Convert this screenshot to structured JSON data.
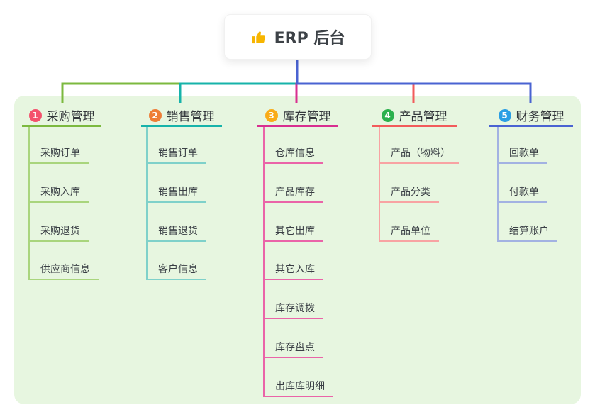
{
  "root": {
    "label": "ERP 后台",
    "icon": "thumbs-up-icon"
  },
  "branches": [
    {
      "num": "1",
      "label": "采购管理",
      "badge_color": "#f4516c",
      "line_color": "#7cb93f",
      "child_line_color": "#a9d57d",
      "children": [
        "采购订单",
        "采购入库",
        "采购退货",
        "供应商信息"
      ]
    },
    {
      "num": "2",
      "label": "销售管理",
      "badge_color": "#ee7d36",
      "line_color": "#17b3aa",
      "child_line_color": "#7fd1ca",
      "children": [
        "销售订单",
        "销售出库",
        "销售退货",
        "客户信息"
      ]
    },
    {
      "num": "3",
      "label": "库存管理",
      "badge_color": "#f9ab17",
      "line_color": "#d82f90",
      "child_line_color": "#ea64a8",
      "children": [
        "仓库信息",
        "产品库存",
        "其它出库",
        "其它入库",
        "库存调拨",
        "库存盘点",
        "出库库明细"
      ]
    },
    {
      "num": "4",
      "label": "产品管理",
      "badge_color": "#2cb14e",
      "line_color": "#f25b5b",
      "child_line_color": "#f8a3a3",
      "children": [
        "产品（物料）",
        "产品分类",
        "产品单位"
      ]
    },
    {
      "num": "5",
      "label": "财务管理",
      "badge_color": "#2b9fe4",
      "line_color": "#4a63d2",
      "child_line_color": "#a3b2e2",
      "children": [
        "回款单",
        "付款单",
        "结算账户"
      ]
    }
  ],
  "colors": {
    "canvas_bg": "#ffffff",
    "panel_bg": "#e7f6e0",
    "root_text": "#3d4247",
    "title_text": "#33373b",
    "child_text": "#3a3f45",
    "thumb_icon": "#f7b500"
  }
}
